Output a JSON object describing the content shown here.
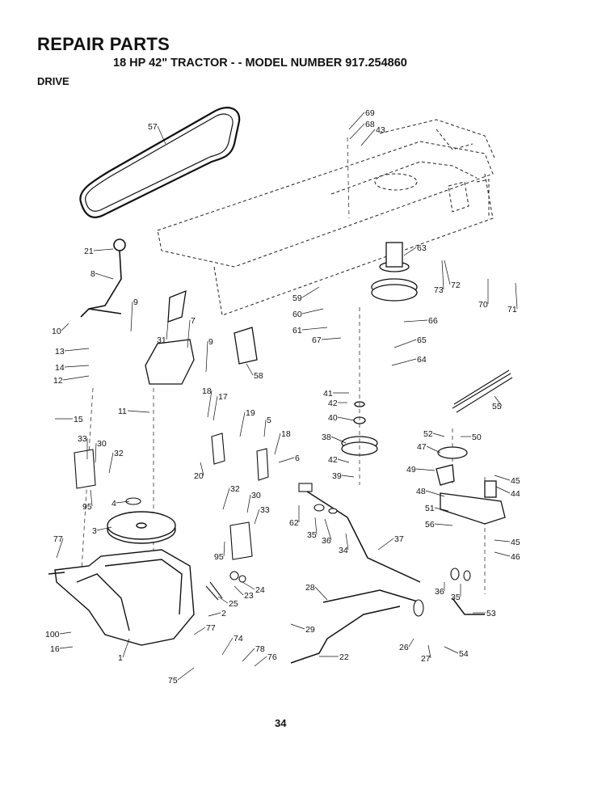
{
  "header": {
    "title": "REPAIR PARTS",
    "subtitle": "18 HP 42\" TRACTOR - - MODEL NUMBER 917.254860",
    "section": "DRIVE"
  },
  "footer": {
    "page_number": "34"
  },
  "diagram": {
    "callouts": [
      {
        "label": "57"
      },
      {
        "label": "69"
      },
      {
        "label": "68"
      },
      {
        "label": "43"
      },
      {
        "label": "21"
      },
      {
        "label": "8"
      },
      {
        "label": "63"
      },
      {
        "label": "73"
      },
      {
        "label": "72"
      },
      {
        "label": "70"
      },
      {
        "label": "71"
      },
      {
        "label": "59"
      },
      {
        "label": "60"
      },
      {
        "label": "61"
      },
      {
        "label": "67"
      },
      {
        "label": "66"
      },
      {
        "label": "65"
      },
      {
        "label": "64"
      },
      {
        "label": "9"
      },
      {
        "label": "10"
      },
      {
        "label": "31"
      },
      {
        "label": "7"
      },
      {
        "label": "9"
      },
      {
        "label": "58"
      },
      {
        "label": "13"
      },
      {
        "label": "14"
      },
      {
        "label": "12"
      },
      {
        "label": "41"
      },
      {
        "label": "42"
      },
      {
        "label": "40"
      },
      {
        "label": "55"
      },
      {
        "label": "18"
      },
      {
        "label": "17"
      },
      {
        "label": "11"
      },
      {
        "label": "15"
      },
      {
        "label": "19"
      },
      {
        "label": "5"
      },
      {
        "label": "18"
      },
      {
        "label": "38"
      },
      {
        "label": "52"
      },
      {
        "label": "50"
      },
      {
        "label": "47"
      },
      {
        "label": "33"
      },
      {
        "label": "30"
      },
      {
        "label": "32"
      },
      {
        "label": "20"
      },
      {
        "label": "6"
      },
      {
        "label": "42"
      },
      {
        "label": "39"
      },
      {
        "label": "49"
      },
      {
        "label": "45"
      },
      {
        "label": "48"
      },
      {
        "label": "44"
      },
      {
        "label": "95"
      },
      {
        "label": "4"
      },
      {
        "label": "32"
      },
      {
        "label": "30"
      },
      {
        "label": "33"
      },
      {
        "label": "62"
      },
      {
        "label": "35"
      },
      {
        "label": "36"
      },
      {
        "label": "51"
      },
      {
        "label": "56"
      },
      {
        "label": "3"
      },
      {
        "label": "95"
      },
      {
        "label": "34"
      },
      {
        "label": "37"
      },
      {
        "label": "45"
      },
      {
        "label": "46"
      },
      {
        "label": "77"
      },
      {
        "label": "24"
      },
      {
        "label": "23"
      },
      {
        "label": "25"
      },
      {
        "label": "28"
      },
      {
        "label": "36"
      },
      {
        "label": "35"
      },
      {
        "label": "2"
      },
      {
        "label": "53"
      },
      {
        "label": "77"
      },
      {
        "label": "29"
      },
      {
        "label": "100"
      },
      {
        "label": "74"
      },
      {
        "label": "16"
      },
      {
        "label": "1"
      },
      {
        "label": "26"
      },
      {
        "label": "54"
      },
      {
        "label": "78"
      },
      {
        "label": "76"
      },
      {
        "label": "22"
      },
      {
        "label": "27"
      },
      {
        "label": "75"
      }
    ]
  }
}
